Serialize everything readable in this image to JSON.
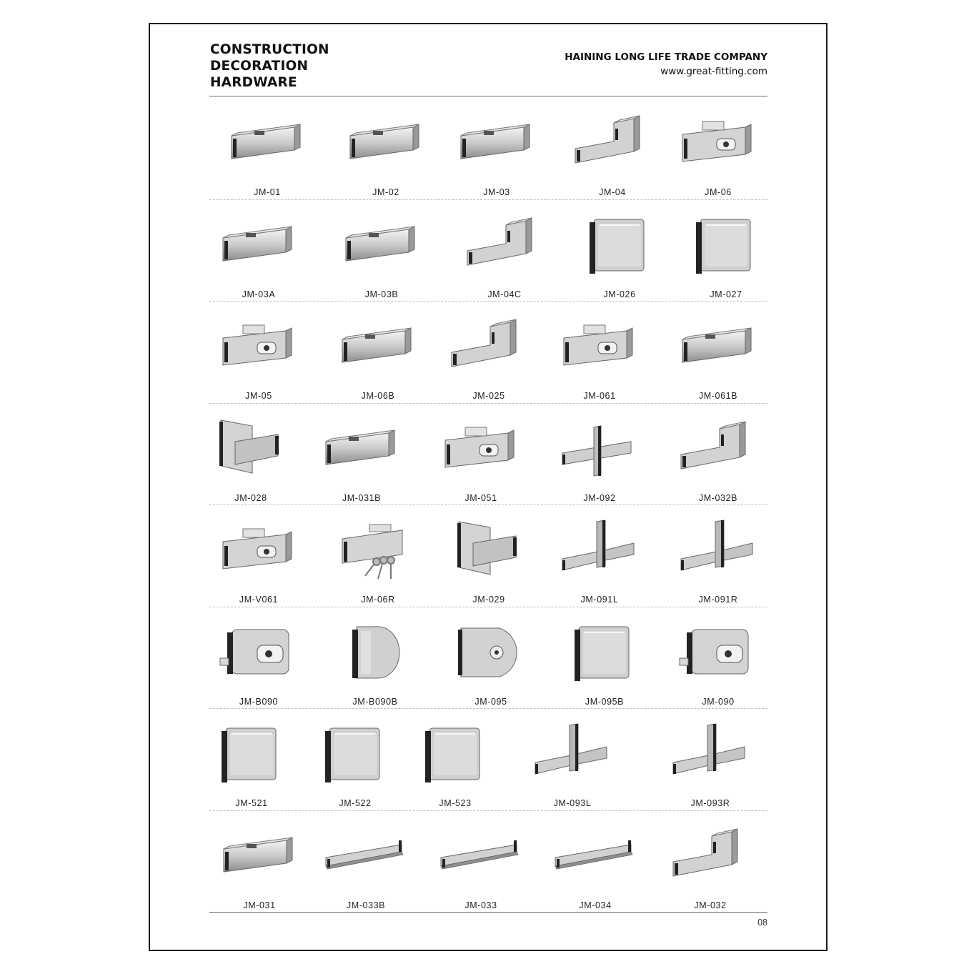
{
  "header": {
    "title_lines": [
      "CONSTRUCTION",
      "DECORATION",
      "HARDWARE"
    ],
    "company": "HAINING LONG LIFE TRADE COMPANY",
    "website": "www.great-fitting.com"
  },
  "catalog": {
    "rows": [
      {
        "items": [
          {
            "code": "JM-01",
            "icon": "patch-fitting-icon"
          },
          {
            "code": "JM-02",
            "icon": "patch-fitting-icon"
          },
          {
            "code": "JM-03",
            "icon": "patch-fitting-icon"
          },
          {
            "code": "JM-04",
            "icon": "l-patch-fitting-icon"
          },
          {
            "code": "JM-06",
            "icon": "lock-patch-icon"
          }
        ]
      },
      {
        "items": [
          {
            "code": "JM-03A",
            "icon": "patch-fitting-icon"
          },
          {
            "code": "JM-03B",
            "icon": "patch-fitting-icon"
          },
          {
            "code": "JM-04C",
            "icon": "l-patch-fitting-icon"
          },
          {
            "code": "JM-026",
            "icon": "square-clamp-icon"
          },
          {
            "code": "JM-027",
            "icon": "square-clamp-icon"
          }
        ]
      },
      {
        "items": [
          {
            "code": "JM-05",
            "icon": "lock-patch-icon"
          },
          {
            "code": "JM-06B",
            "icon": "patch-fitting-icon"
          },
          {
            "code": "JM-025",
            "icon": "l-patch-fitting-icon"
          },
          {
            "code": "JM-061",
            "icon": "lock-patch-icon"
          },
          {
            "code": "JM-061B",
            "icon": "patch-fitting-icon"
          }
        ]
      },
      {
        "items": [
          {
            "code": "JM-028",
            "icon": "corner-connector-icon"
          },
          {
            "code": "JM-031B",
            "icon": "patch-fitting-icon"
          },
          {
            "code": "JM-051",
            "icon": "lock-patch-icon"
          },
          {
            "code": "JM-092",
            "icon": "cross-connector-icon"
          },
          {
            "code": "JM-032B",
            "icon": "l-patch-fitting-icon"
          }
        ]
      },
      {
        "items": [
          {
            "code": "JM-V061",
            "icon": "lock-patch-icon"
          },
          {
            "code": "JM-06R",
            "icon": "lock-with-keys-icon"
          },
          {
            "code": "JM-029",
            "icon": "corner-connector-icon"
          },
          {
            "code": "JM-091L",
            "icon": "three-way-connector-icon"
          },
          {
            "code": "JM-091R",
            "icon": "three-way-connector-icon"
          }
        ]
      },
      {
        "items": [
          {
            "code": "JM-B090",
            "icon": "door-lock-icon"
          },
          {
            "code": "JM-B090B",
            "icon": "half-round-clamp-icon"
          },
          {
            "code": "JM-095",
            "icon": "round-door-lock-icon"
          },
          {
            "code": "JM-095B",
            "icon": "square-clamp-icon"
          },
          {
            "code": "JM-090",
            "icon": "door-lock-icon"
          }
        ]
      },
      {
        "items": [
          {
            "code": "JM-521",
            "icon": "square-clamp-icon"
          },
          {
            "code": "JM-522",
            "icon": "square-clamp-icon"
          },
          {
            "code": "JM-523",
            "icon": "square-clamp-icon"
          },
          {
            "code": "JM-093L",
            "icon": "three-way-connector-icon"
          },
          {
            "code": "JM-093R",
            "icon": "three-way-connector-icon"
          }
        ]
      },
      {
        "items": [
          {
            "code": "JM-031",
            "icon": "patch-fitting-icon"
          },
          {
            "code": "JM-033B",
            "icon": "long-rail-icon"
          },
          {
            "code": "JM-033",
            "icon": "long-rail-icon"
          },
          {
            "code": "JM-034",
            "icon": "long-rail-icon"
          },
          {
            "code": "JM-032",
            "icon": "l-patch-fitting-icon"
          }
        ]
      }
    ]
  },
  "page_number": "08"
}
